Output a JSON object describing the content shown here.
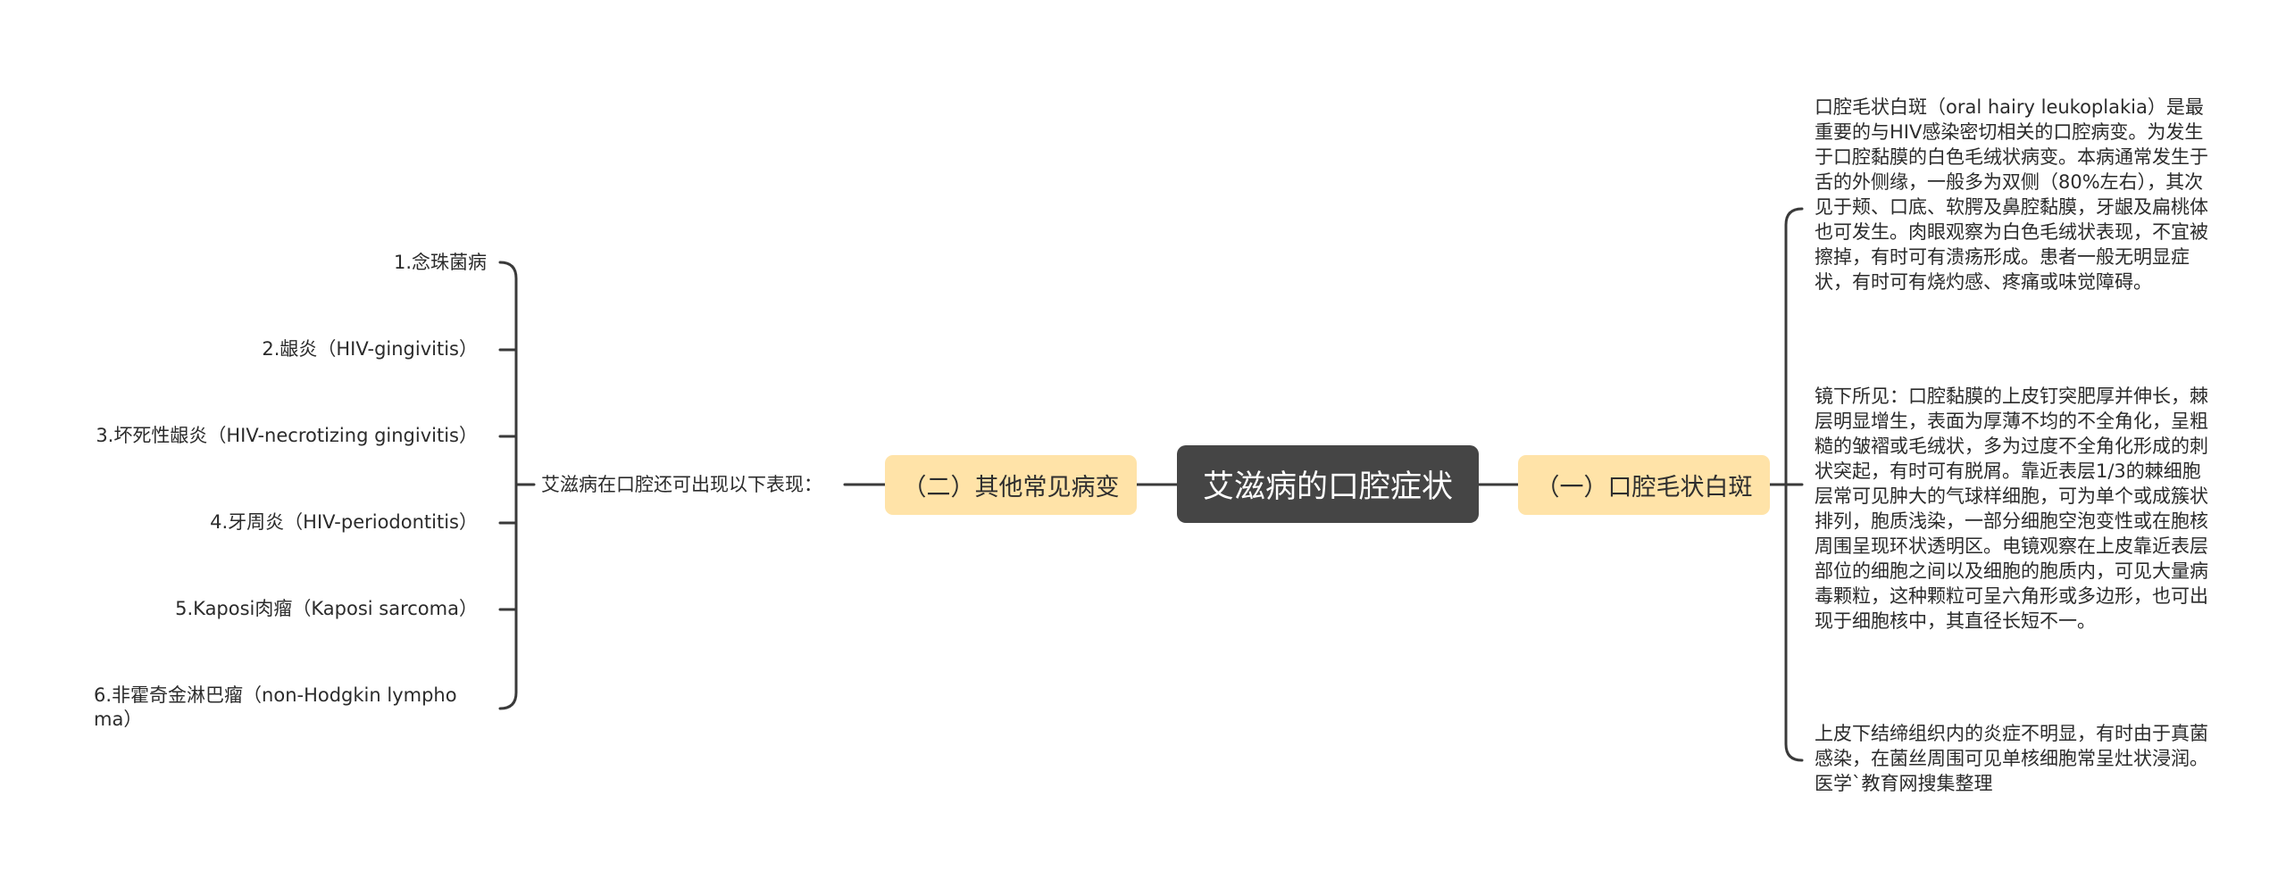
{
  "root": {
    "label": "艾滋病的口腔症状"
  },
  "left_branch": {
    "label": "（二）其他常见病变",
    "intro": "艾滋病在口腔还可出现以下表现：",
    "items": [
      {
        "label": "1.念珠菌病"
      },
      {
        "label": "2.龈炎（HIV-gingivitis）"
      },
      {
        "label": "3.坏死性龈炎（HIV-necrotizing gingivitis）"
      },
      {
        "label": "4.牙周炎（HIV-periodontitis）"
      },
      {
        "label": "5.Kaposi肉瘤（Kaposi sarcoma）"
      },
      {
        "label": "6.非霍奇金淋巴瘤（non-Hodgkin lympho",
        "label2": "ma）"
      }
    ]
  },
  "right_branch": {
    "label": "（一）口腔毛状白斑",
    "items": [
      {
        "text": "口腔毛状白斑（oral hairy leukoplakia）是最重要的与HIV感染密切相关的口腔病变。为发生于口腔黏膜的白色毛绒状病变。本病通常发生于舌的外侧缘，一般多为双侧（80%左右），其次见于颊、口底、软腭及鼻腔黏膜，牙龈及扁桃体也可发生。肉眼观察为白色毛绒状表现，不宜被擦掉，有时可有溃疡形成。患者一般无明显症状，有时可有烧灼感、疼痛或味觉障碍。"
      },
      {
        "text": "镜下所见：口腔黏膜的上皮钉突肥厚并伸长，棘层明显增生，表面为厚薄不均的不全角化，呈粗糙的皱褶或毛绒状，多为过度不全角化形成的刺状突起，有时可有脱屑。靠近表层1/3的棘细胞层常可见肿大的气球样细胞，可为单个或成簇状排列，胞质浅染，一部分细胞空泡变性或在胞核周围呈现环状透明区。电镜观察在上皮靠近表层部位的细胞之间以及细胞的胞质内，可见大量病毒颗粒，这种颗粒可呈六角形或多边形，也可出现于细胞核中，其直径长短不一。"
      },
      {
        "text": "上皮下结缔组织内的炎症不明显，有时由于真菌感染，在菌丝周围可见单核细胞常呈灶状浸润。医学`教育网搜集整理"
      }
    ]
  },
  "colors": {
    "root_bg": "#454545",
    "branch_bg": "#ffe3a8",
    "line": "#3a3a3a"
  }
}
